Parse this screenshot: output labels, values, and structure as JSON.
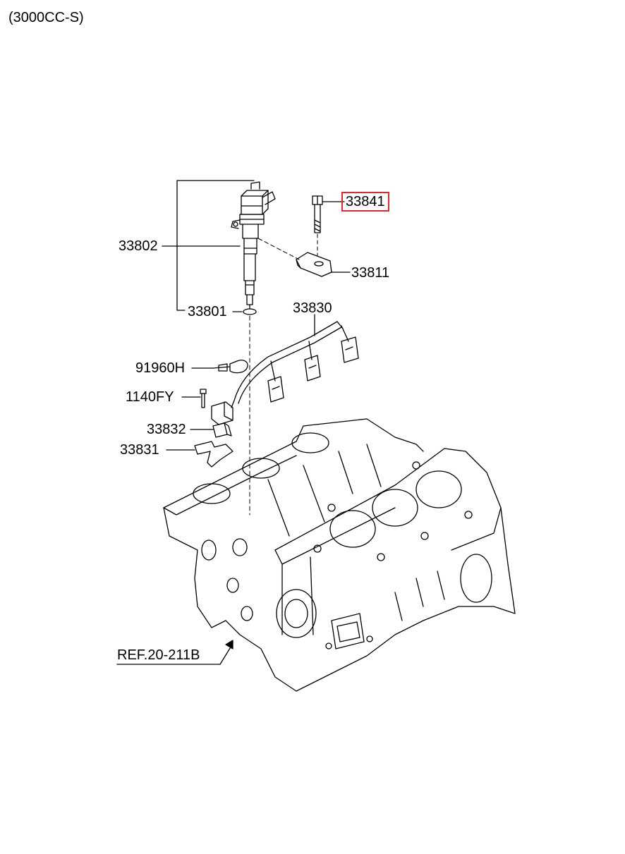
{
  "header": {
    "variant": "(3000CC-S)"
  },
  "parts": [
    {
      "id": "33841",
      "highlighted": true
    },
    {
      "id": "33802",
      "highlighted": false
    },
    {
      "id": "33811",
      "highlighted": false
    },
    {
      "id": "33801",
      "highlighted": false
    },
    {
      "id": "33830",
      "highlighted": false
    },
    {
      "id": "91960H",
      "highlighted": false
    },
    {
      "id": "1140FY",
      "highlighted": false
    },
    {
      "id": "33832",
      "highlighted": false
    },
    {
      "id": "33831",
      "highlighted": false
    }
  ],
  "reference": {
    "label": "REF.20-211B"
  },
  "colors": {
    "highlight": "#e8252a",
    "line": "#000000",
    "background": "#ffffff"
  }
}
